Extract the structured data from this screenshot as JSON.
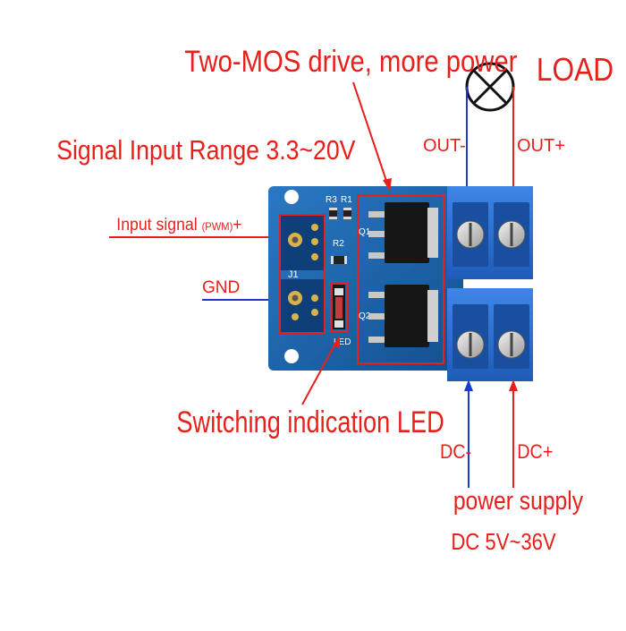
{
  "labels": {
    "two_mos": "Two-MOS drive, more power",
    "load": "LOAD",
    "signal_range": "Signal Input Range  3.3~20V",
    "out_minus": "OUT-",
    "out_plus": "OUT+",
    "input_signal": "Input signal",
    "input_signal_pwm": "(PWM)",
    "input_signal_plus": "+",
    "gnd": "GND",
    "switching_led": "Switching indication LED",
    "dc_minus": "DC-",
    "dc_plus": "DC+",
    "power_supply": "power supply",
    "dc_range": "DC 5V~36V"
  },
  "board": {
    "silkscreen_r3": "R3",
    "silkscreen_r1": "R1",
    "silkscreen_r2": "R2",
    "silkscreen_q1": "Q1",
    "silkscreen_q2": "Q2",
    "silkscreen_j1": "J1",
    "silkscreen_led": "LED"
  },
  "colors": {
    "label_red": "#e8201c",
    "pcb_blue": "#1b5fa8",
    "terminal_blue": "#2a6fd1",
    "wire_blue": "#1a3cc8"
  }
}
